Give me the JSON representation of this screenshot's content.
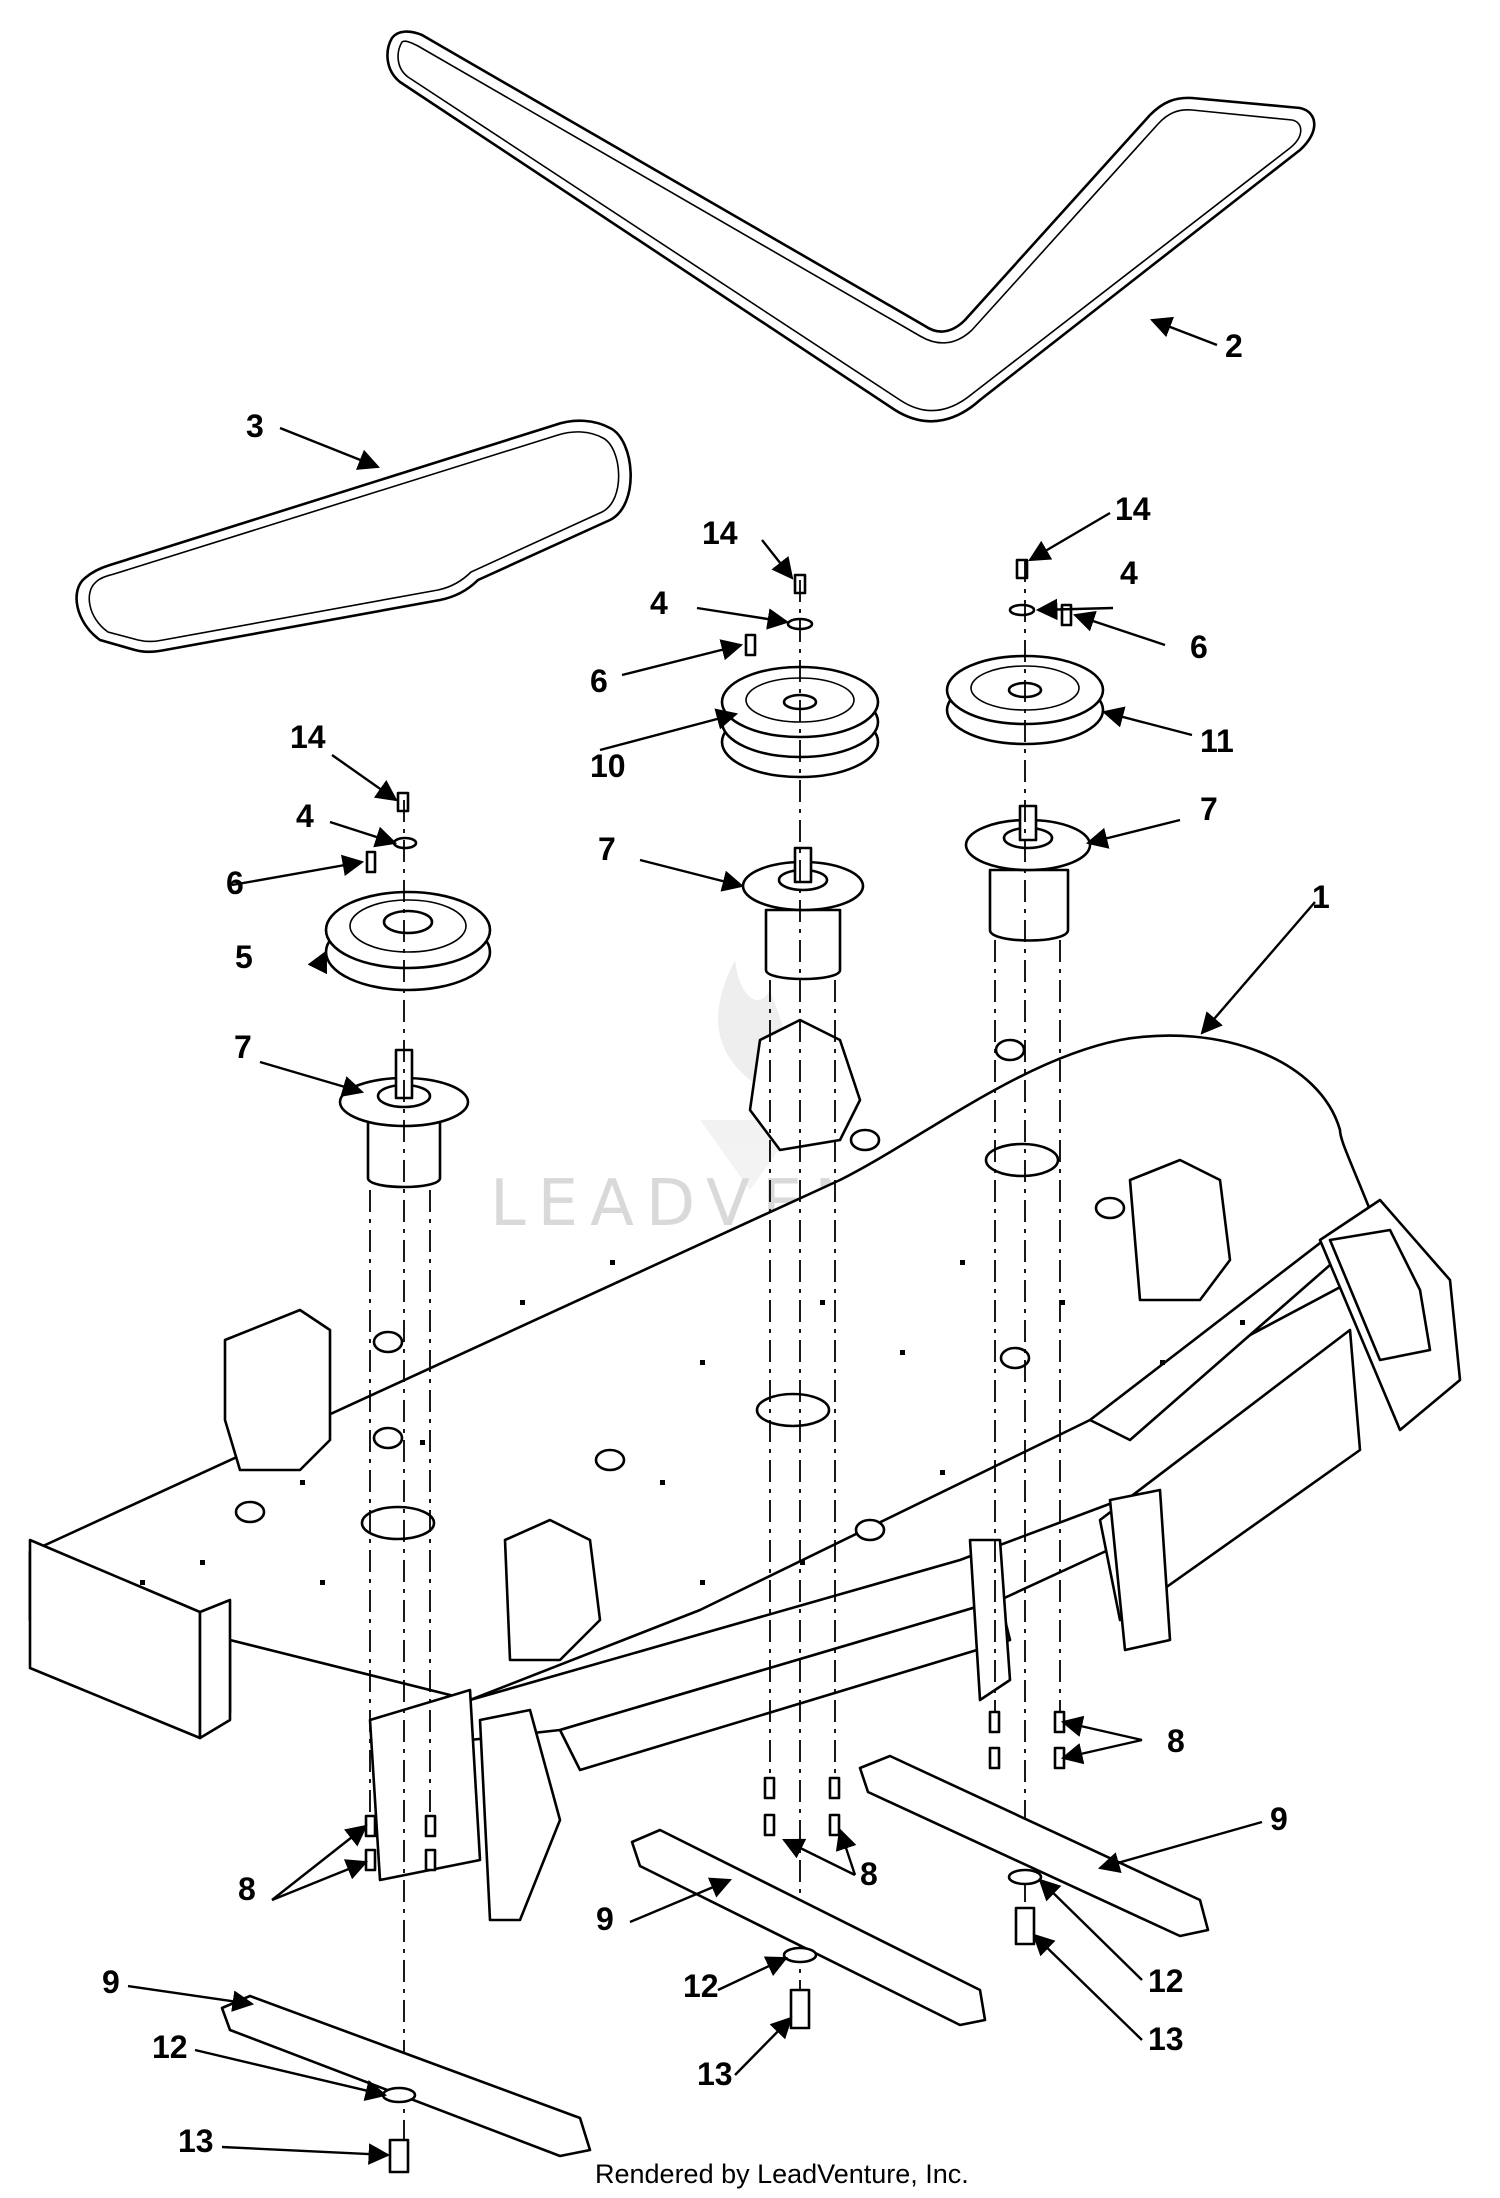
{
  "diagram": {
    "callouts": [
      "1",
      "2",
      "3",
      "4",
      "5",
      "6",
      "7",
      "8",
      "9",
      "10",
      "11",
      "12",
      "13",
      "14"
    ],
    "watermark": "LEADVENTURE",
    "footer": "Rendered by LeadVenture, Inc."
  },
  "icons": {
    "watermark_logo": "flame-logo-icon"
  }
}
